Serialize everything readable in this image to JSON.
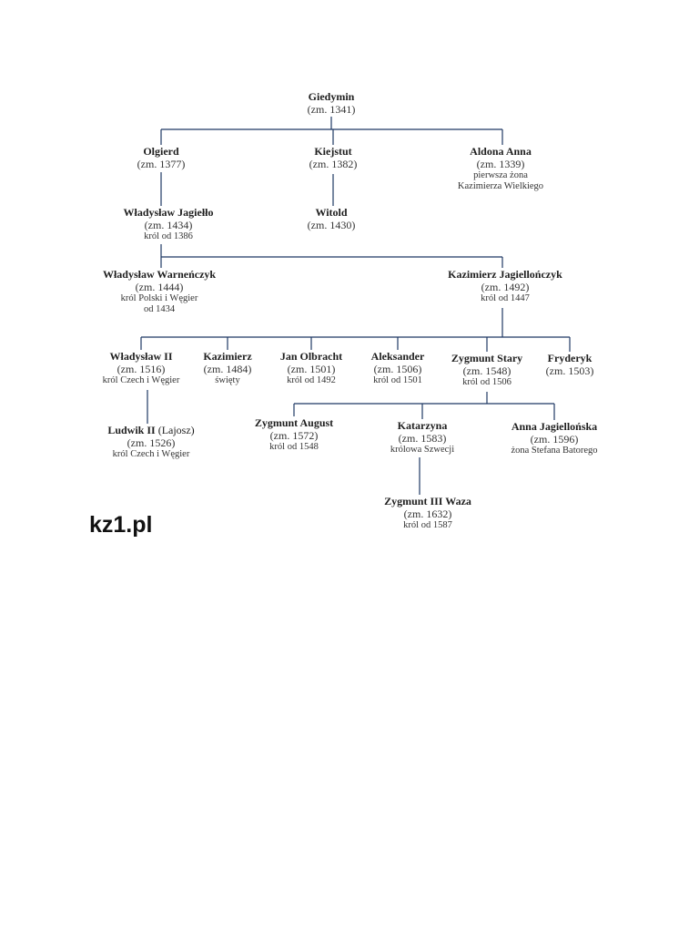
{
  "colors": {
    "line": "#1f3864",
    "text": "#222222"
  },
  "brand": "kz1.pl",
  "people": [
    {
      "id": "giedymin",
      "name": "Giedymin",
      "died": "(zm. 1341)"
    },
    {
      "id": "olgierd",
      "name": "Olgierd",
      "died": "(zm. 1377)"
    },
    {
      "id": "kiejstut",
      "name": "Kiejstut",
      "died": "(zm. 1382)"
    },
    {
      "id": "aldona",
      "name": "Aldona Anna",
      "died": "(zm. 1339)",
      "notes": [
        "pierwsza żona",
        "Kazimierza Wielkiego"
      ]
    },
    {
      "id": "jagiello",
      "name": "Władysław Jagiełło",
      "died": "(zm. 1434)",
      "notes": [
        "król od 1386"
      ]
    },
    {
      "id": "witold",
      "name": "Witold",
      "died": "(zm. 1430)"
    },
    {
      "id": "warnenczyk",
      "name": "Władysław Warneńczyk",
      "died": "(zm. 1444)",
      "notes": [
        "król Polski i Węgier",
        "od 1434"
      ]
    },
    {
      "id": "jagiellonczyk",
      "name": "Kazimierz Jagiellończyk",
      "died": "(zm. 1492)",
      "notes": [
        "król od 1447"
      ]
    },
    {
      "id": "wladyslaw2",
      "name": "Władysław II",
      "died": "(zm. 1516)",
      "notes": [
        "król Czech i Węgier"
      ]
    },
    {
      "id": "kazimierz",
      "name": "Kazimierz",
      "died": "(zm. 1484)",
      "notes": [
        "święty"
      ]
    },
    {
      "id": "olbracht",
      "name": "Jan Olbracht",
      "died": "(zm. 1501)",
      "notes": [
        "król od 1492"
      ]
    },
    {
      "id": "aleksander",
      "name": "Aleksander",
      "died": "(zm. 1506)",
      "notes": [
        "król od 1501"
      ]
    },
    {
      "id": "stary",
      "name": "Zygmunt Stary",
      "died": "(zm. 1548)",
      "notes": [
        "król od 1506"
      ]
    },
    {
      "id": "fryderyk",
      "name": "Fryderyk",
      "died": "(zm. 1503)"
    },
    {
      "id": "ludwik",
      "name": "Ludwik II",
      "name_extra": " (Lajosz)",
      "died": "(zm. 1526)",
      "notes": [
        "król Czech i Węgier"
      ]
    },
    {
      "id": "august",
      "name": "Zygmunt August",
      "died": "(zm. 1572)",
      "notes": [
        "król od 1548"
      ]
    },
    {
      "id": "katarzyna",
      "name": "Katarzyna",
      "died": "(zm. 1583)",
      "notes": [
        "królowa Szwecji"
      ]
    },
    {
      "id": "anna",
      "name": "Anna Jagiellońska",
      "died": "(zm. 1596)",
      "notes": [
        "żona Stefana Batorego"
      ]
    },
    {
      "id": "waza",
      "name": "Zygmunt III Waza",
      "died": "(zm. 1632)",
      "notes": [
        "król od 1587"
      ]
    }
  ]
}
